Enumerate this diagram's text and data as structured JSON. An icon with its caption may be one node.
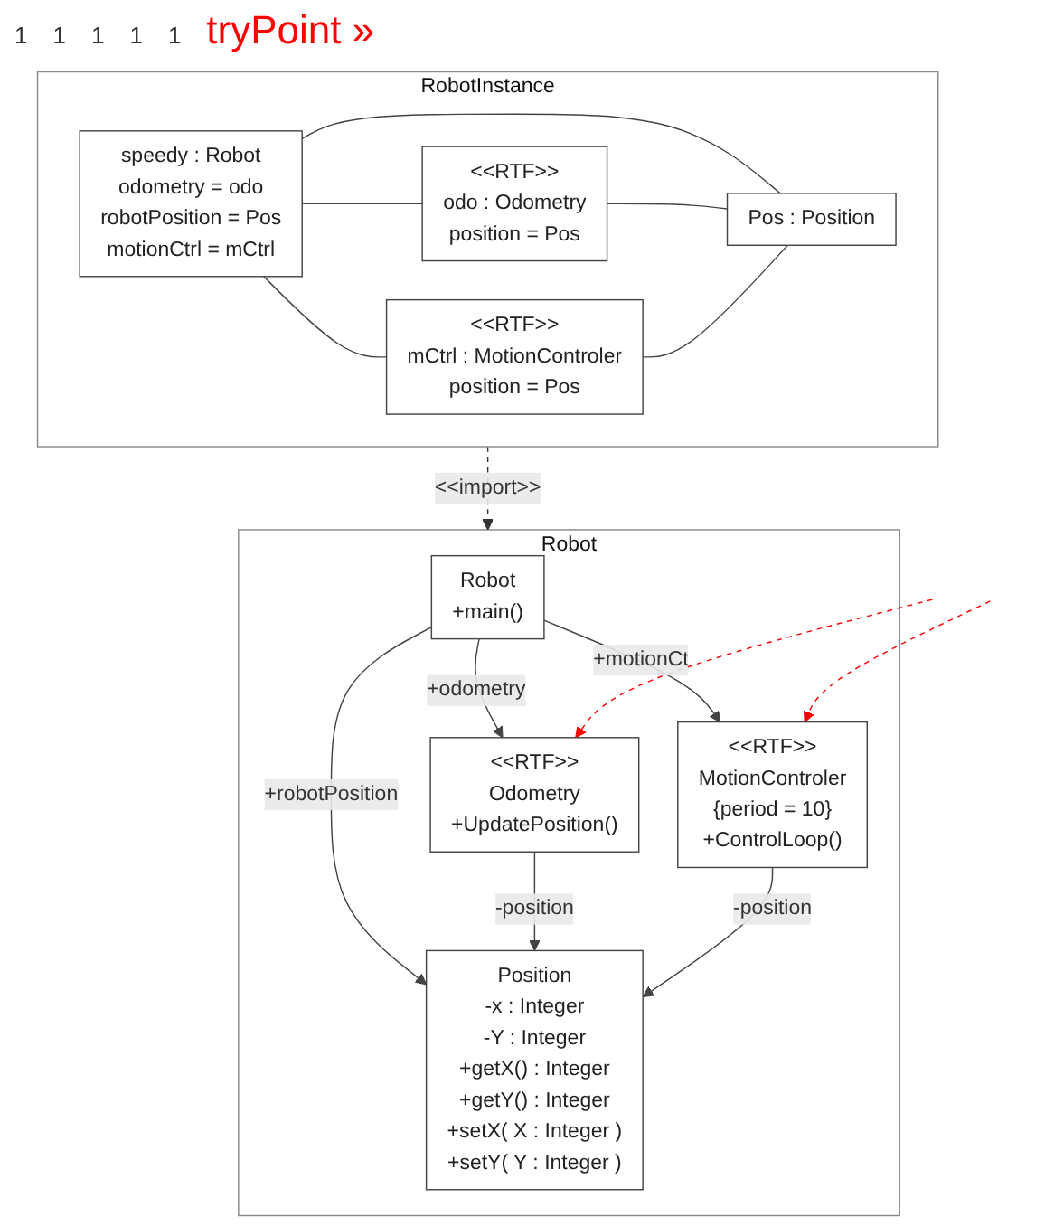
{
  "diagram": {
    "nodes": [
      {
        "text": [
          "Robot"
        ]
      },
      {
        "text": [
          "Robot",
          "+main()"
        ],
        "in": 0
      },
      {
        "text": [
          "<<RTF>>",
          "Odometry",
          "+UpdatePosition()"
        ],
        "in": 0
      },
      {
        "text": [
          "<<RTF>>",
          "MotionControler",
          "{period = 10}",
          "+ControlLoop()"
        ],
        "in": 0
      },
      {
        "text": [
          "Position",
          "-x : Integer",
          "-Y : Integer",
          "+getX() : Integer",
          "+getY() : Integer",
          "+setX( X : Integer )",
          "+setY( Y : Integer )"
        ],
        "in": 0
      },
      {
        "text": [
          "RobotInstance"
        ]
      },
      {
        "text": [
          "speedy : Robot",
          "odometry = odo",
          "robotPosition = Pos",
          "motionCtrl = mCtrl"
        ],
        "in": 5
      },
      {
        "text": [
          "<<RTF>>",
          "odo : Odometry",
          "position = Pos"
        ],
        "in": 5
      },
      {
        "text": [
          "<<RTF>>",
          "mCtrl : MotionControler",
          "position = Pos"
        ],
        "in": 5
      },
      {
        "text": [
          "Pos : Position"
        ],
        "in": 5
      }
    ],
    "edges": [
      {
        "from": 1,
        "to": 2,
        "arrow": "to",
        "label": "+odometry"
      },
      {
        "from": 1,
        "to": 3,
        "arrow": "to",
        "label": "+motionCt"
      },
      {
        "from": 1,
        "to": 4,
        "arrow": "to",
        "label": "+robotPosition"
      },
      {
        "from": 2,
        "to": 4,
        "arrow": "to",
        "label": "-position"
      },
      {
        "from": 3,
        "to": 4,
        "arrow": "to",
        "label": "-position"
      },
      {
        "from": 5,
        "to": 0,
        "arrow": "to",
        "label": "<<import>>",
        "style": "dashed"
      },
      {
        "from": 6,
        "to": 7,
        "arrow": "none"
      },
      {
        "from": 6,
        "to": 8,
        "arrow": "none"
      },
      {
        "from": 6,
        "to": 9,
        "arrow": "none"
      },
      {
        "from": 7,
        "to": 9,
        "arrow": "none"
      },
      {
        "from": 8,
        "to": 9,
        "arrow": "none"
      },
      {
        "from": null,
        "to": 2,
        "arrow": "to",
        "style": "dashed",
        "color": "#ff0000"
      },
      {
        "from": null,
        "to": 3,
        "arrow": "to",
        "style": "dashed",
        "color": "#ff0000"
      }
    ],
    "labels": [
      "1",
      "1",
      "1",
      "1",
      "1",
      "tryPoint »"
    ]
  }
}
